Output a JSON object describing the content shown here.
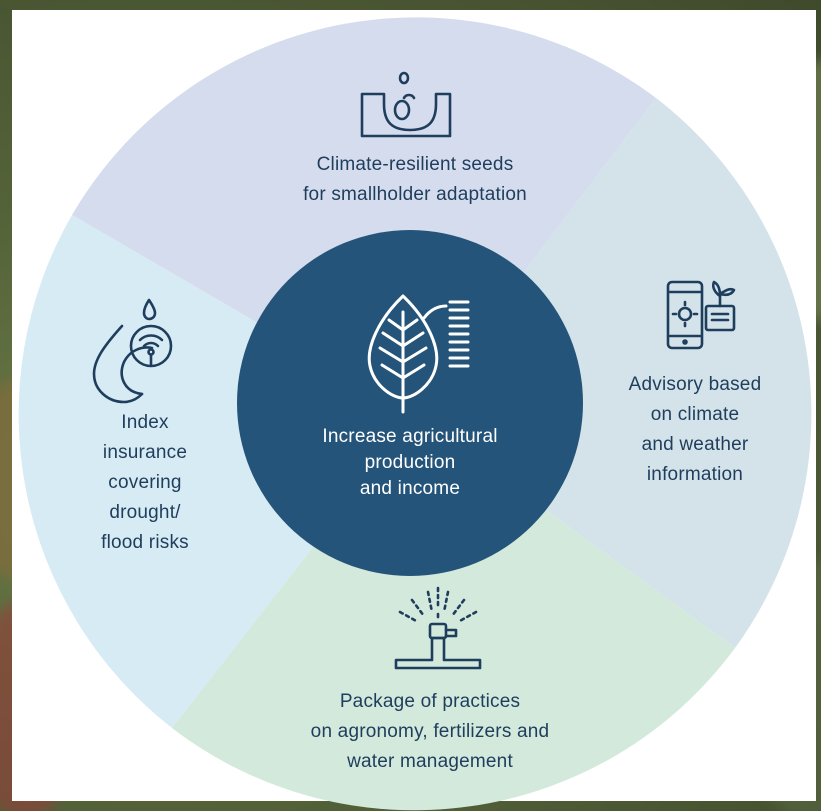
{
  "center": {
    "lines": [
      "Increase agricultural",
      "production",
      "and income"
    ]
  },
  "segments": {
    "seeds": {
      "lines": [
        "Climate-resilient seeds",
        "for smallholder adaptation"
      ],
      "icon": "seed-in-soil-icon"
    },
    "advisory": {
      "lines": [
        "Advisory based",
        "on climate",
        "and weather",
        "information"
      ],
      "icon": "smartphone-weather-icon"
    },
    "practices": {
      "lines": [
        "Package of practices",
        "on agronomy, fertilizers and",
        "water management"
      ],
      "icon": "sprinkler-icon"
    },
    "insurance": {
      "lines": [
        "Index",
        "insurance",
        "covering",
        "drought/",
        "flood risks"
      ],
      "icon": "water-drop-signal-icon"
    }
  },
  "colors": {
    "center": "#245479",
    "seeds": "#d5dced",
    "advisory": "#d3e3e9",
    "practices": "#d2e9dc",
    "insurance": "#d6ebf3",
    "text": "#1f3d5c",
    "icon": "#1f3d5c"
  }
}
